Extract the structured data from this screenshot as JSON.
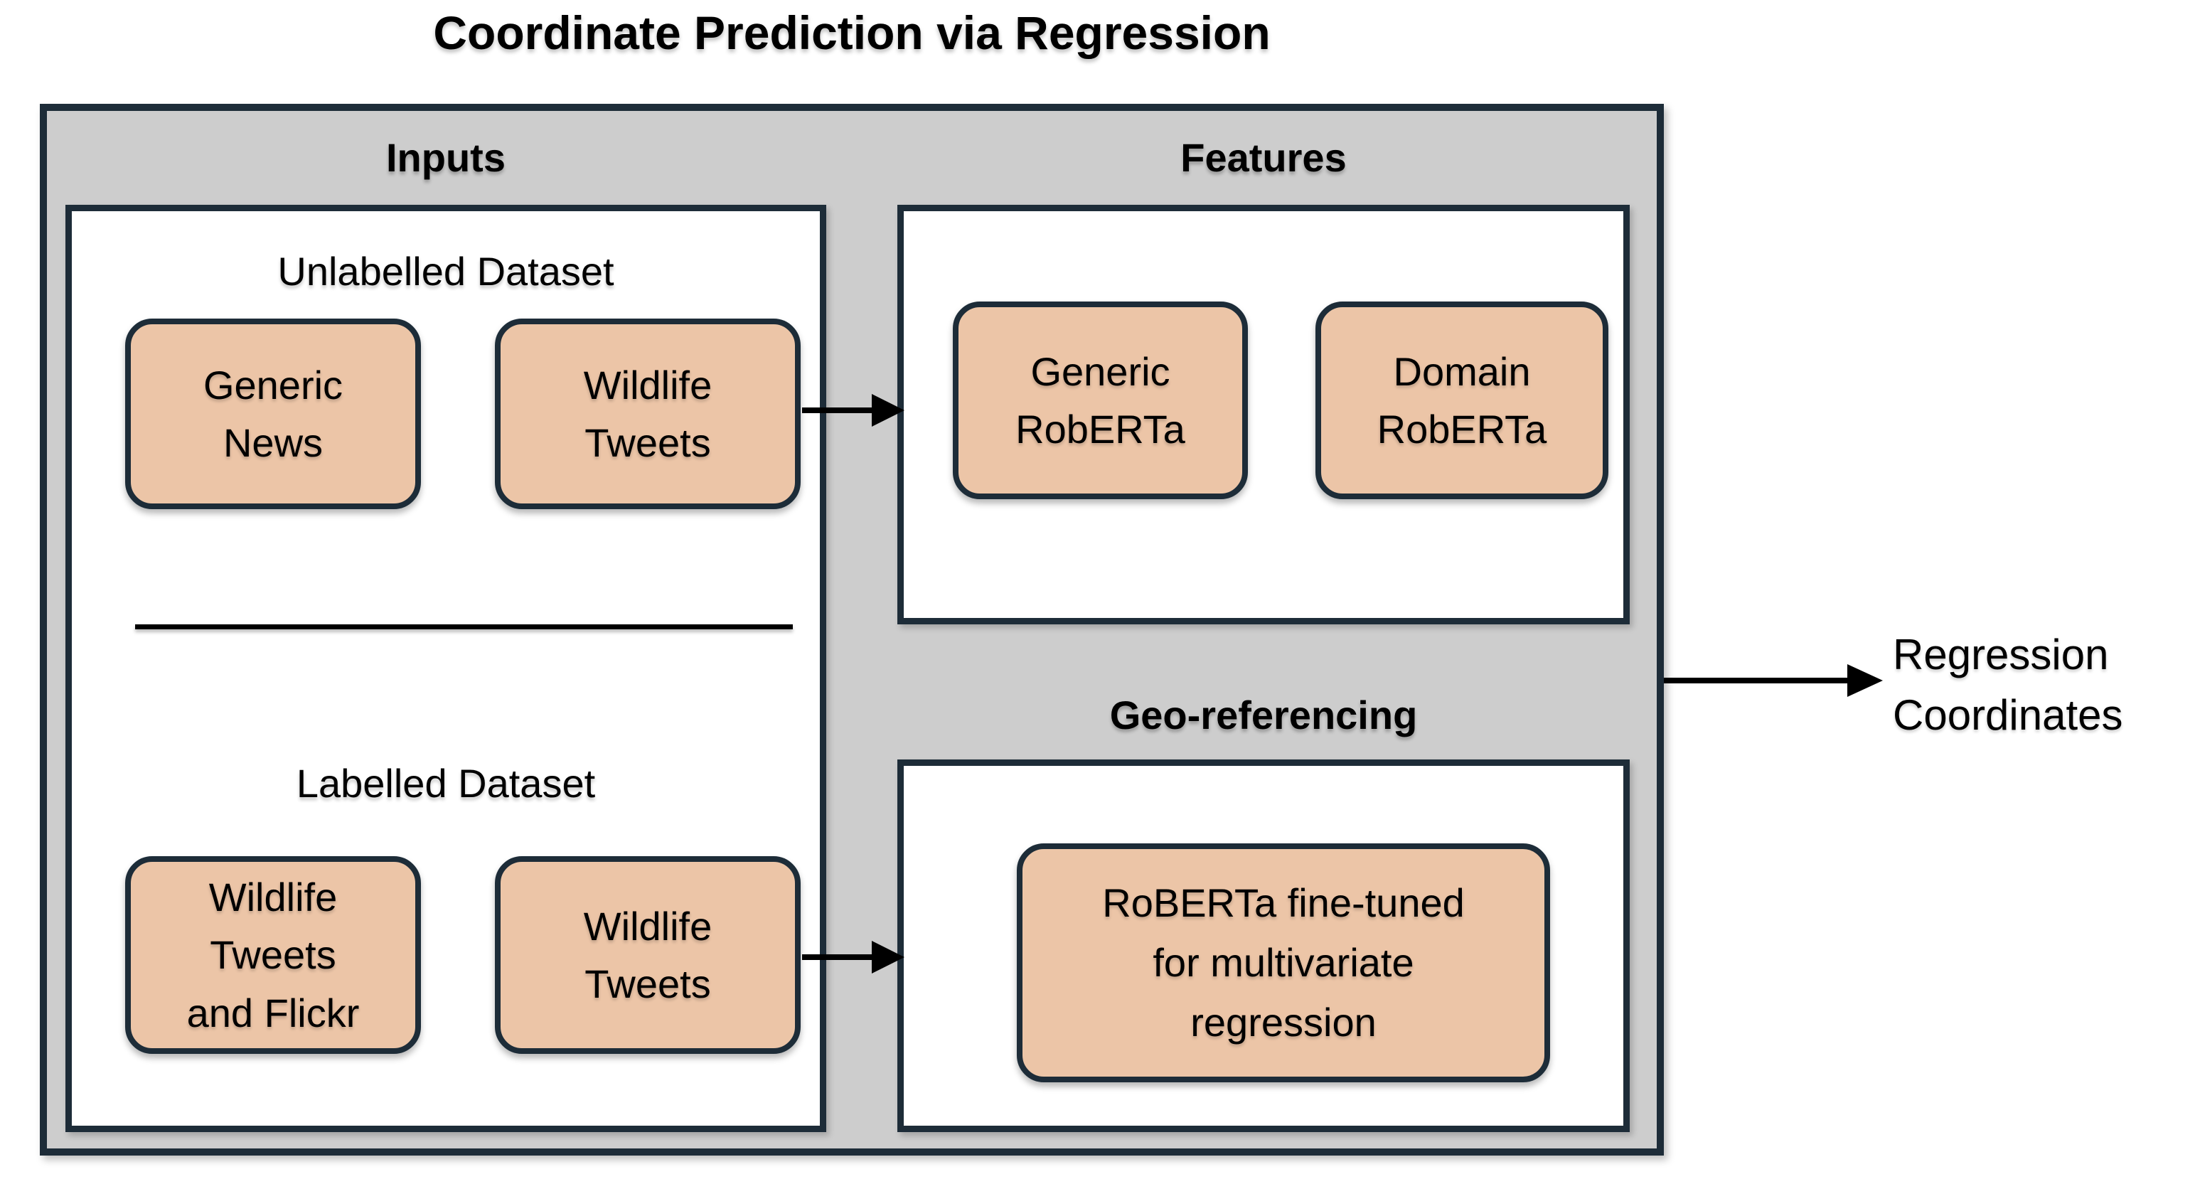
{
  "title": "Coordinate Prediction via Regression",
  "sections": {
    "inputs": {
      "heading": "Inputs",
      "unlabelled_label": "Unlabelled Dataset",
      "labelled_label": "Labelled Dataset",
      "nodes": {
        "generic_news": "Generic\nNews",
        "wildlife_tweets_unlabelled": "Wildlife\nTweets",
        "wildlife_tweets_flickr": "Wildlife\nTweets\nand Flickr",
        "wildlife_tweets_labelled": "Wildlife\nTweets"
      }
    },
    "features": {
      "heading": "Features",
      "nodes": {
        "generic_roberta": "Generic\nRobERTa",
        "domain_roberta": "Domain\nRobERTa"
      }
    },
    "geo_referencing": {
      "heading": "Geo-referencing",
      "nodes": {
        "roberta_finetuned": "RoBERTa fine-tuned\nfor multivariate\nregression"
      }
    }
  },
  "output_label": "Regression\nCoordinates",
  "colors": {
    "container_fill": "#cdcdcd",
    "panel_fill": "#ffffff",
    "node_fill": "#ecc5a7",
    "border": "#1d2c38",
    "arrow": "#000000",
    "text": "#000000",
    "page_bg": "#ffffff"
  }
}
